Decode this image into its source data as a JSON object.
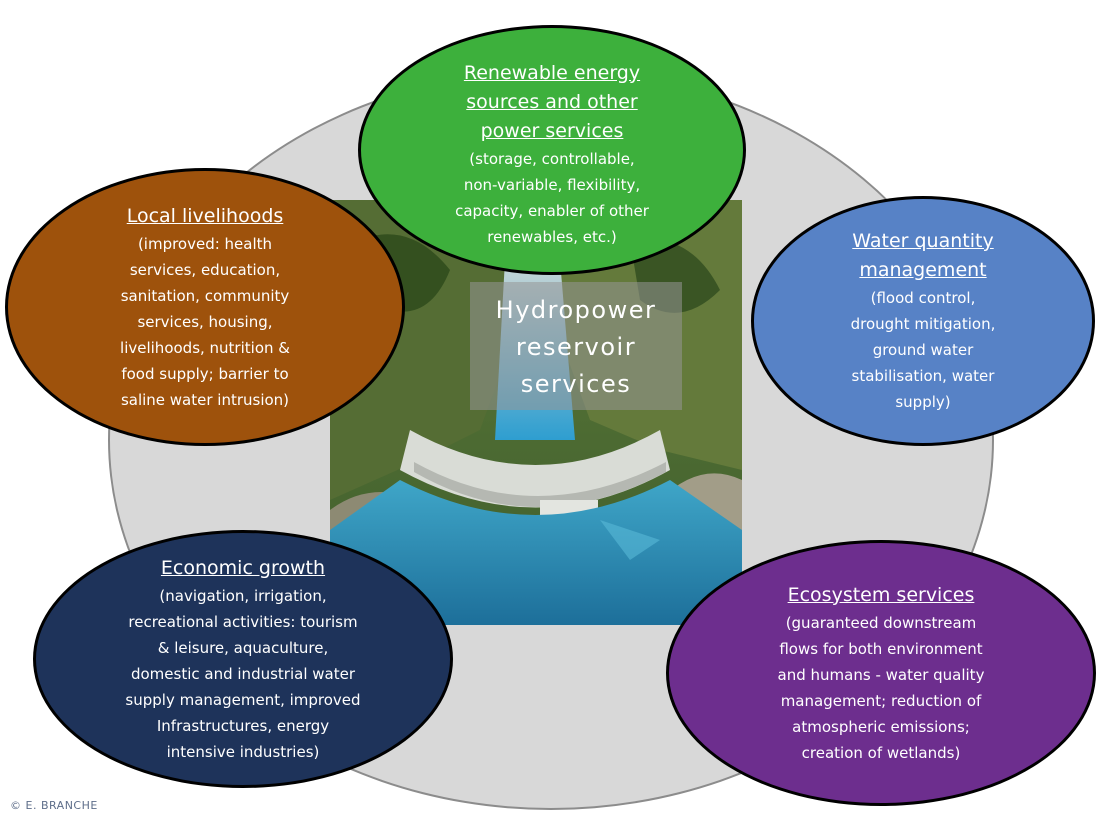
{
  "center": {
    "label": "Hydropower\nreservoir\nservices"
  },
  "nodes": {
    "renewable": {
      "title": "Renewable energy\nsources and other\npower services",
      "description": "(storage, controllable,\nnon-variable, flexibility,\ncapacity, enabler of other\nrenewables, etc.)"
    },
    "local_livelihoods": {
      "title": "Local livelihoods",
      "description": "(improved: health\nservices, education,\nsanitation, community\nservices, housing,\nlivelihoods, nutrition &\nfood supply; barrier to\nsaline water intrusion)"
    },
    "water_quantity": {
      "title": "Water quantity\nmanagement",
      "description": "(flood control,\ndrought mitigation,\nground water\nstabilisation, water\nsupply)"
    },
    "economic_growth": {
      "title": "Economic growth",
      "description": "(navigation, irrigation,\nrecreational activities: tourism\n& leisure, aquaculture,\ndomestic and industrial water\nsupply management, improved\nInfrastructures, energy\nintensive industries)"
    },
    "ecosystem": {
      "title": "Ecosystem services",
      "description": "(guaranteed downstream\nflows for both environment\nand humans - water quality\nmanagement; reduction of\natmospheric emissions;\ncreation of wetlands)"
    }
  },
  "credit": "© E. BRANCHE",
  "colors": {
    "renewable": "#3db03c",
    "local_livelihoods": "#9e520c",
    "water_quantity": "#5782c6",
    "economic_growth": "#1e335a",
    "ecosystem": "#6d2e8e",
    "ring": "#d8d8d8"
  }
}
